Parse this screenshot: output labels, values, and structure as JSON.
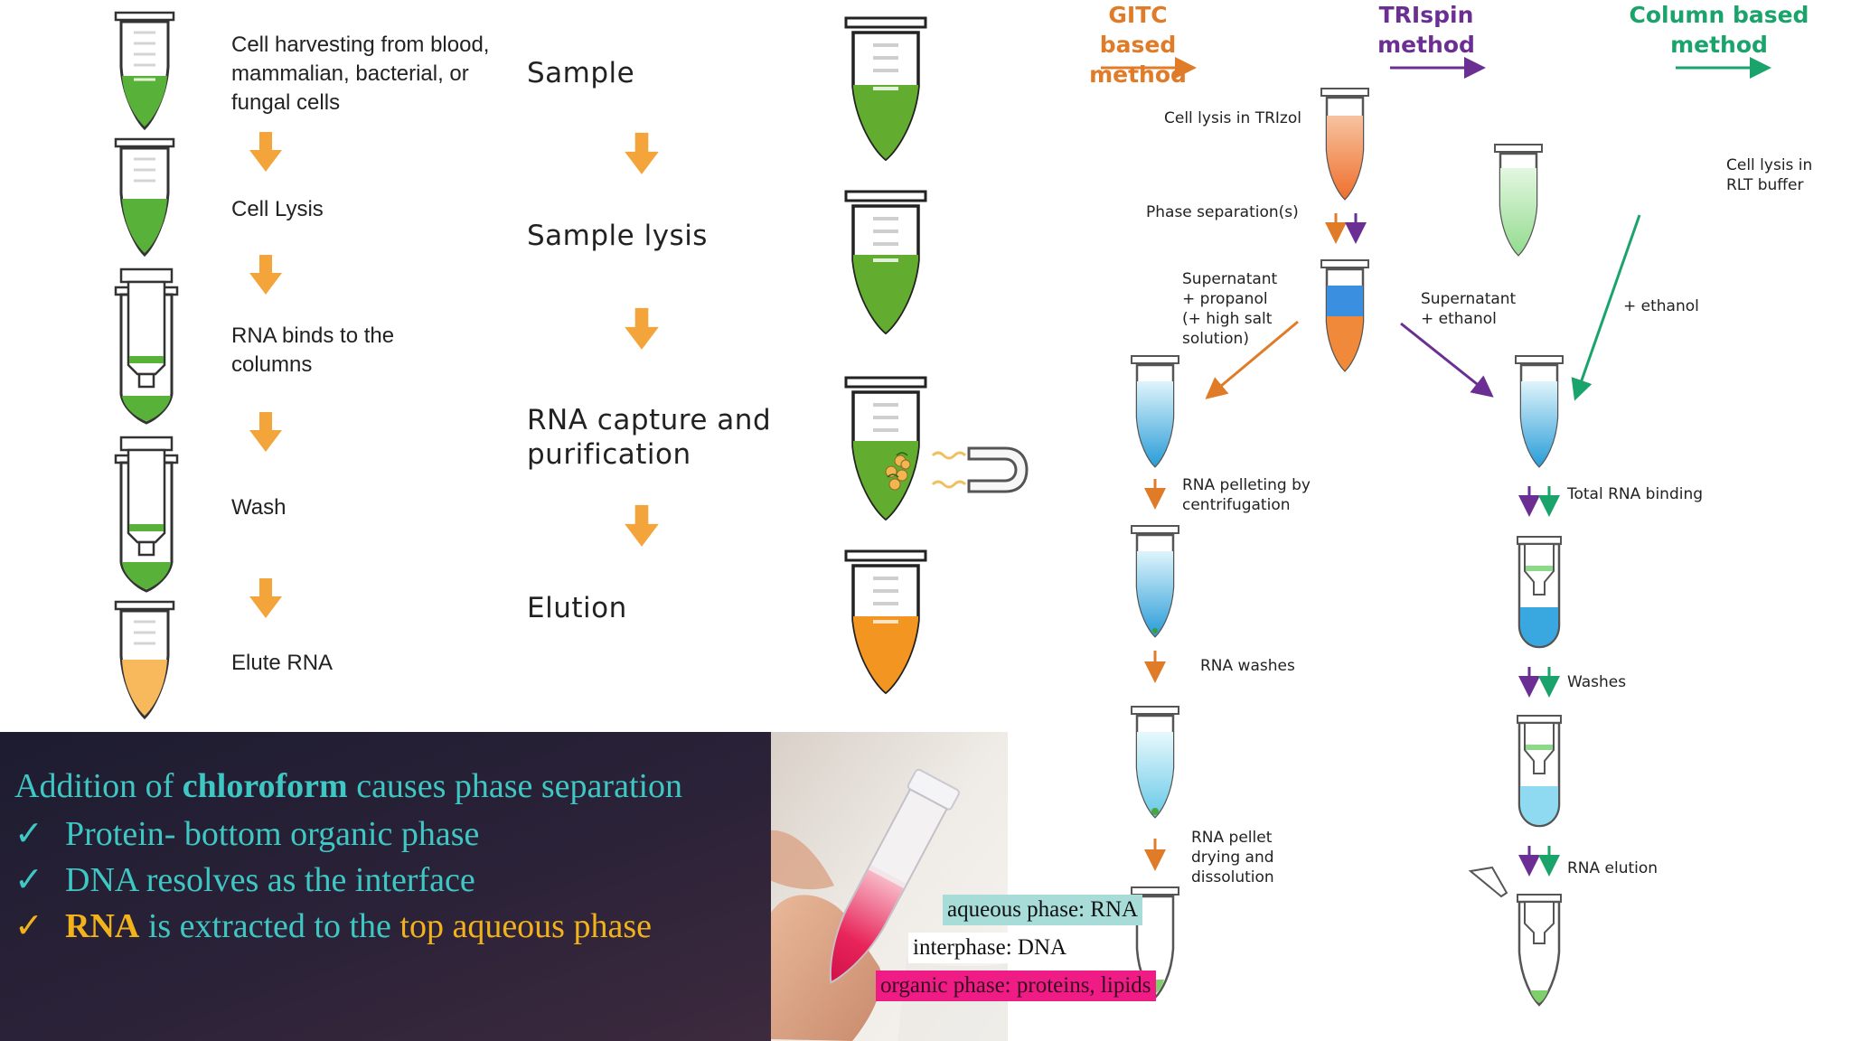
{
  "left_panel": {
    "steps": [
      "Cell harvesting from blood, mammalian, bacterial, or fungal cells",
      "Cell Lysis",
      "RNA binds to the columns",
      "Wash",
      "Elute RNA"
    ]
  },
  "middle_panel": {
    "steps": [
      "Sample",
      "Sample lysis",
      "RNA capture and purification",
      "Elution"
    ]
  },
  "right_panel": {
    "headers": {
      "gitc": "GITC based method",
      "trispin": "TRIspin method",
      "column": "Column based method"
    },
    "labels": {
      "cell_lysis_trizol": "Cell lysis in TRIzol",
      "phase_separation": "Phase separation(s)",
      "supernatant_propanol": "Supernatant + propanol (+ high salt solution)",
      "supernatant_ethanol": "Supernatant + ethanol",
      "cell_lysis_rlt": "Cell lysis in RLT buffer",
      "plus_ethanol": "+ ethanol",
      "rna_pelleting": "RNA pelleting by centrifugation",
      "total_rna_binding": "Total RNA binding",
      "rna_washes": "RNA washes",
      "washes": "Washes",
      "rna_pellet_drying": "RNA pellet drying and dissolution",
      "rna_elution": "RNA elution"
    },
    "colors": {
      "gitc": "#e07b28",
      "trispin": "#6b2f93",
      "column": "#1aa36a"
    }
  },
  "bottom_panel": {
    "intro_prefix": "Addition of ",
    "intro_bold": "chloroform",
    "intro_suffix": " causes phase separation",
    "bullets": {
      "b1": "Protein- bottom organic phase",
      "b2": "DNA resolves as the interface",
      "b3_bold": "RNA",
      "b3_mid": " is extracted to the ",
      "b3_highlight": "top aqueous phase"
    },
    "check_icon": "checkmark-icon"
  },
  "photo": {
    "labels": [
      "aqueous phase: RNA",
      "interphase: DNA",
      "organic phase: proteins, lipids"
    ],
    "label_colors": [
      "#9fdcd6",
      "#ffffff",
      "#ef1c86"
    ]
  }
}
